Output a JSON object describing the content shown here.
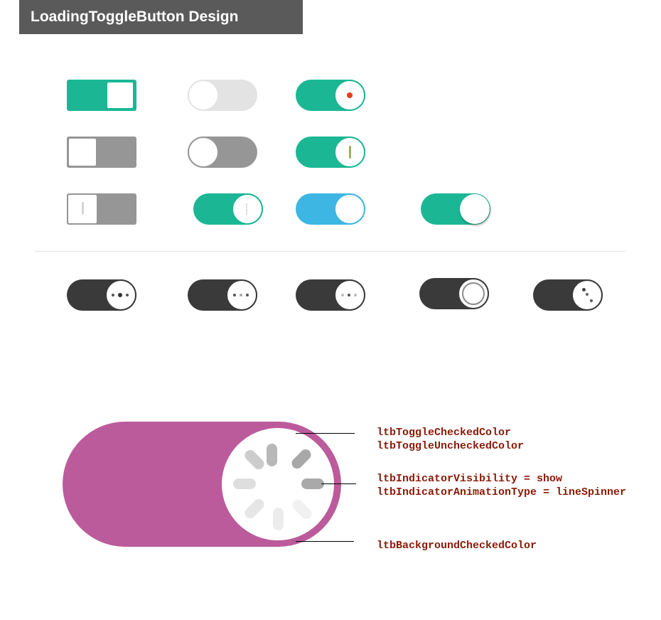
{
  "header": {
    "title": "LoadingToggleButton Design"
  },
  "colors": {
    "teal": "#1bb795",
    "grey": "#969696",
    "light_grey": "#e3e3e3",
    "blue": "#3db6e3",
    "dark": "#3a3a3a",
    "magenta": "#bc5b9b",
    "indicator_red": "#e1401b",
    "indicator_olive": "#a0ad63",
    "label_text": "#8b1a07"
  },
  "callouts": {
    "checked_color": "ltbToggleCheckedColor",
    "unchecked_color": "ltbToggleUncheckedColor",
    "indicator_visibility": "ltbIndicatorVisibility = show",
    "indicator_animation": "ltbIndicatorAnimationType = lineSpinner",
    "background_checked_color": "ltbBackgroundCheckedColor"
  }
}
